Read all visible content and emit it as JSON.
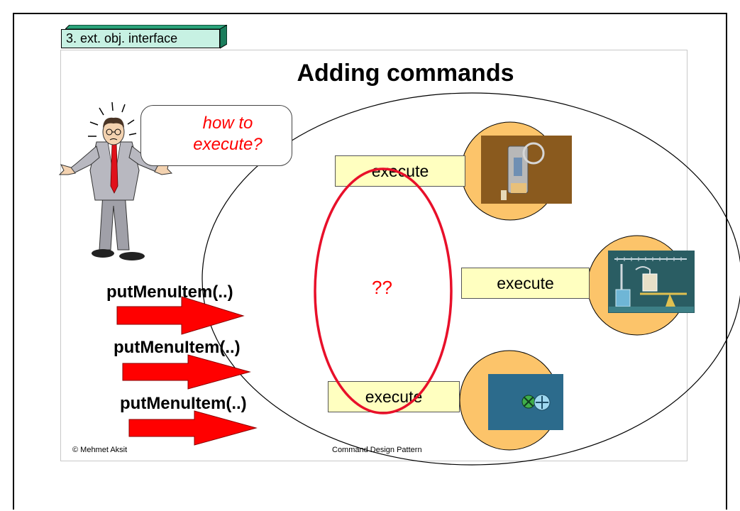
{
  "tab": {
    "label": "3. ext. obj. interface"
  },
  "slide": {
    "title": "Adding commands",
    "speech_bubble": {
      "line1": "how to",
      "line2": "execute?"
    },
    "execute_labels": [
      "execute",
      "execute",
      "execute"
    ],
    "unknown_label": "??",
    "put_menu_items": [
      "putMenuItem(..)",
      "putMenuItem(..)",
      "putMenuItem(..)"
    ],
    "footer_left": "© Mehmet Aksit",
    "footer_center": "Command Design Pattern"
  },
  "colors": {
    "tab_fill": "#c7f1e3",
    "tab_depth": "#2aa37a",
    "execute_fill": "#ffffc0",
    "receiver_circle": "#fcc46a",
    "arrow_red": "#ff0000",
    "question_text": "#ff0000",
    "ellipse_red": "#e8102a"
  },
  "icons": {
    "person": "confused-man-illustration",
    "receiver_1": "coffee-machine-icon",
    "receiver_2": "lab-apparatus-icon",
    "receiver_3": "buttons-icon"
  }
}
